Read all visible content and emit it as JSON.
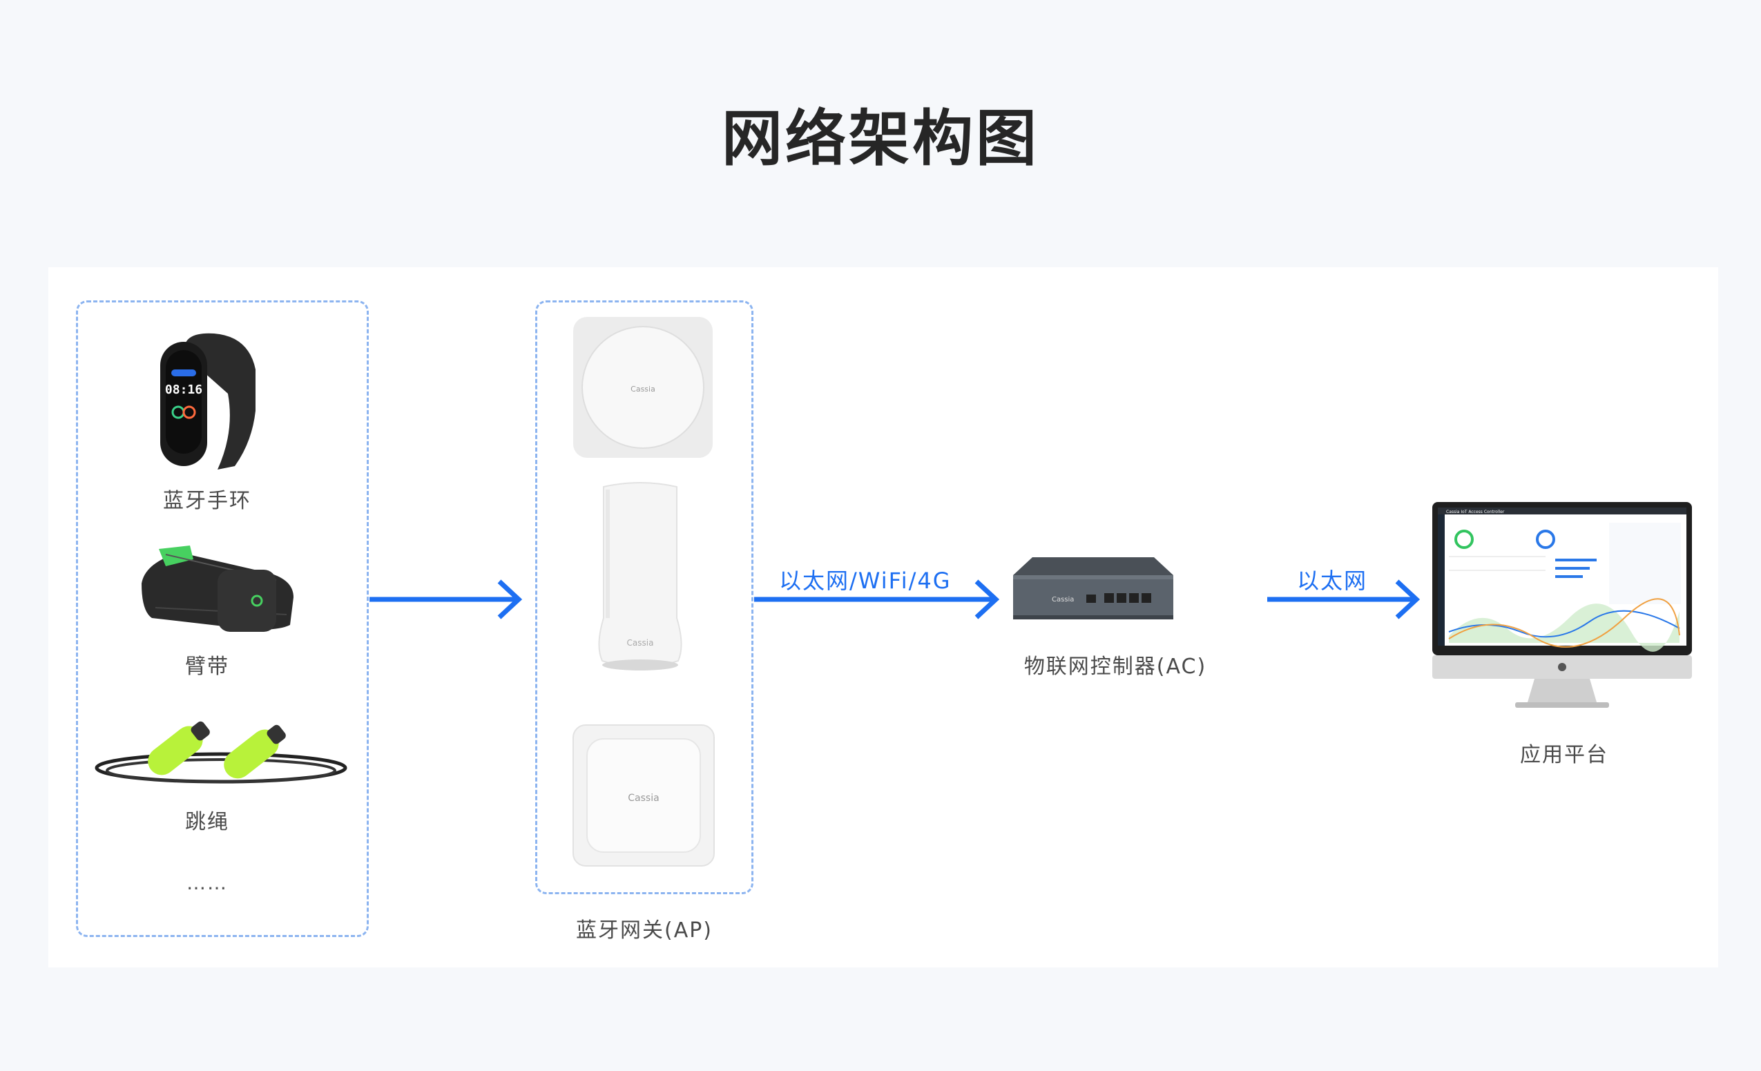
{
  "title": "网络架构图",
  "devices": {
    "band": "蓝牙手环",
    "armband": "臂带",
    "rope": "跳绳",
    "more": "……"
  },
  "gateway": {
    "label": "蓝牙网关(AP)",
    "brand": "Cassia"
  },
  "links": {
    "gateway_to_ac": "以太网/WiFi/4G",
    "ac_to_platform": "以太网"
  },
  "ac": {
    "label": "物联网控制器(AC)",
    "brand": "Cassia"
  },
  "platform": {
    "label": "应用平台",
    "screen_title": "Cassia IoT Access Controller"
  },
  "band_screen": {
    "time": "08:16"
  },
  "colors": {
    "accent": "#1d6ff2",
    "dashed_border": "#8cb4f0"
  }
}
